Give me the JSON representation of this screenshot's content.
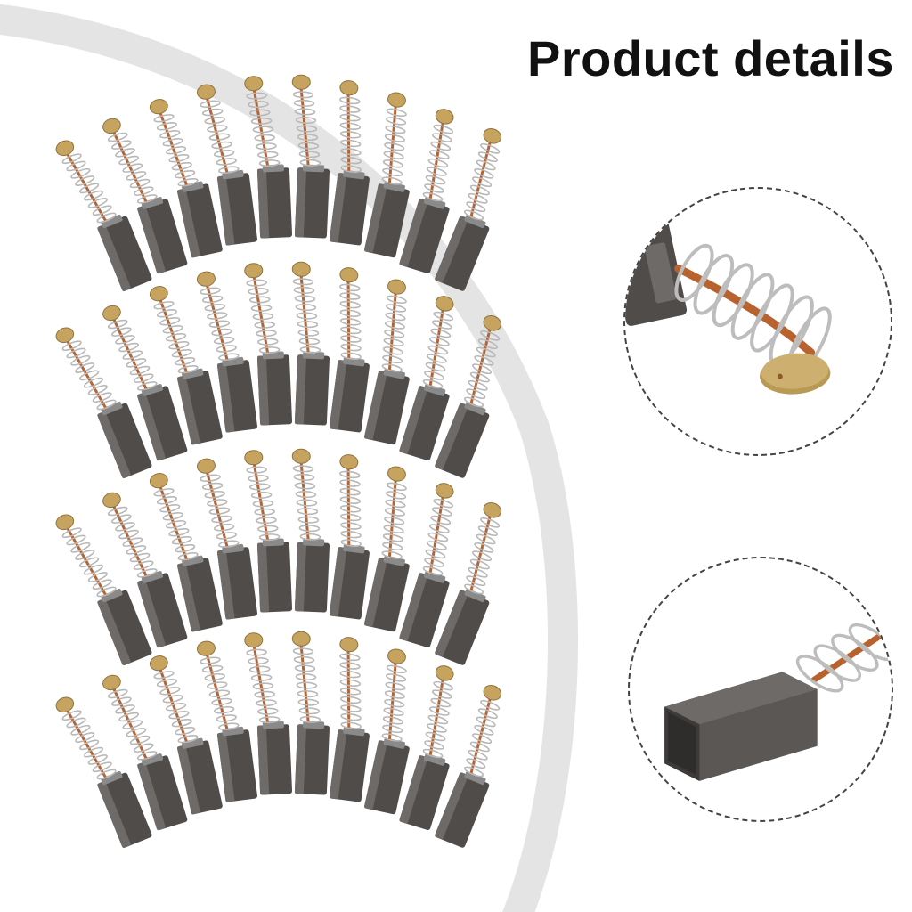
{
  "header": {
    "title": "Product details"
  },
  "product": {
    "colors": {
      "carbon": "#4f4c4a",
      "carbon_light": "#6e6a67",
      "spring": "#b8b8b8",
      "copper": "#b8632f",
      "end_cap": "#c6a45f",
      "arc": "#e4e4e4"
    },
    "grid": {
      "rows": 4,
      "columns": 10
    },
    "detail_views": [
      {
        "name": "spring-end-closeup"
      },
      {
        "name": "carbon-block-closeup"
      }
    ]
  }
}
